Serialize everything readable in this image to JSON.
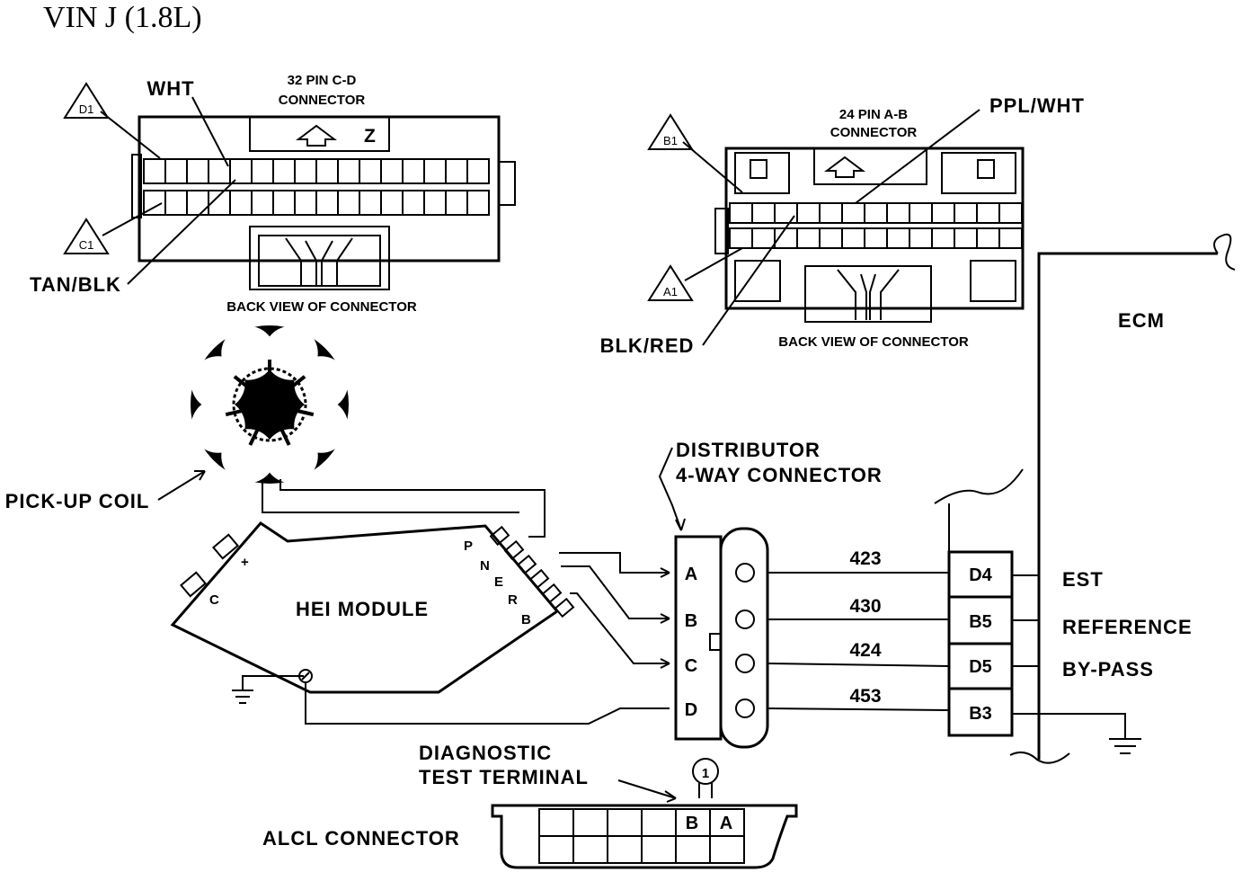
{
  "title": "VIN  J  (1.8L)",
  "connector_cd": {
    "name_line1": "32 PIN C-D",
    "name_line2": "CONNECTOR",
    "caption": "BACK VIEW OF CONNECTOR",
    "pin_d1": "D1",
    "pin_c1": "C1",
    "wire_top": "WHT",
    "wire_bottom": "TAN/BLK"
  },
  "connector_ab": {
    "name_line1": "24 PIN A-B",
    "name_line2": "CONNECTOR",
    "caption": "BACK VIEW OF CONNECTOR",
    "pin_b1": "B1",
    "pin_a1": "A1",
    "wire_top": "PPL/WHT",
    "wire_bottom": "BLK/RED"
  },
  "pickup_coil": {
    "label": "PICK-UP COIL"
  },
  "hei_module": {
    "label": "HEI MODULE",
    "terminals": [
      "P",
      "N",
      "E",
      "R",
      "B"
    ],
    "term_c": "C",
    "term_plus": "+"
  },
  "distributor": {
    "label_line1": "DISTRIBUTOR",
    "label_line2": "4-WAY CONNECTOR",
    "pins": [
      "A",
      "B",
      "C",
      "D"
    ]
  },
  "ecm": {
    "label": "ECM",
    "circuits": [
      {
        "wire": "423",
        "pin": "D4",
        "signal": "EST"
      },
      {
        "wire": "430",
        "pin": "B5",
        "signal": "REFERENCE"
      },
      {
        "wire": "424",
        "pin": "D5",
        "signal": "BY-PASS"
      },
      {
        "wire": "453",
        "pin": "B3",
        "signal": ""
      }
    ]
  },
  "alcl": {
    "label": "ALCL CONNECTOR",
    "diag_line1": "DIAGNOSTIC",
    "diag_line2": "TEST TERMINAL",
    "callout": "1",
    "pin_b": "B",
    "pin_a": "A"
  }
}
